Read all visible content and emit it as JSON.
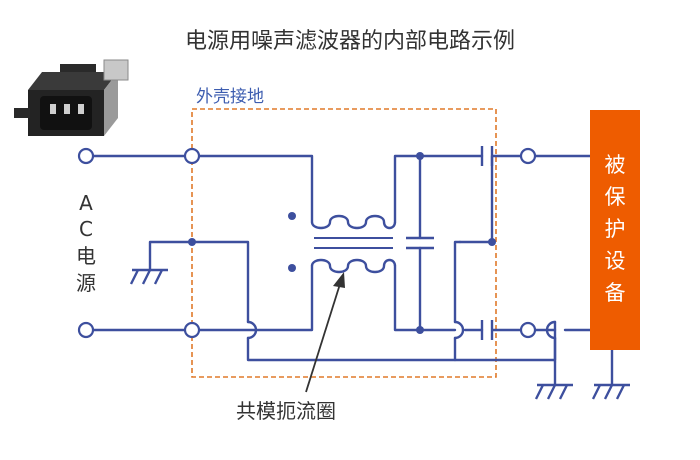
{
  "title": "电源用噪声滤波器的内部电路示例",
  "chassis_ground_label": "外壳接地",
  "ac_source_label": [
    "A",
    "C",
    "电",
    "源"
  ],
  "load_label": [
    "被",
    "保",
    "护",
    "设",
    "备"
  ],
  "choke_label": "共模扼流圈",
  "colors": {
    "wire": "#3d4f9e",
    "box_dash": "#e07a2a",
    "load_box": "#ee5c00",
    "blue_text": "#3d5db0",
    "ground_text": "#333333"
  },
  "icons": [
    "power-inlet-filter-photo",
    "ground-symbol",
    "terminal-circle",
    "capacitor-symbol",
    "inductor-coil",
    "junction-dot"
  ]
}
